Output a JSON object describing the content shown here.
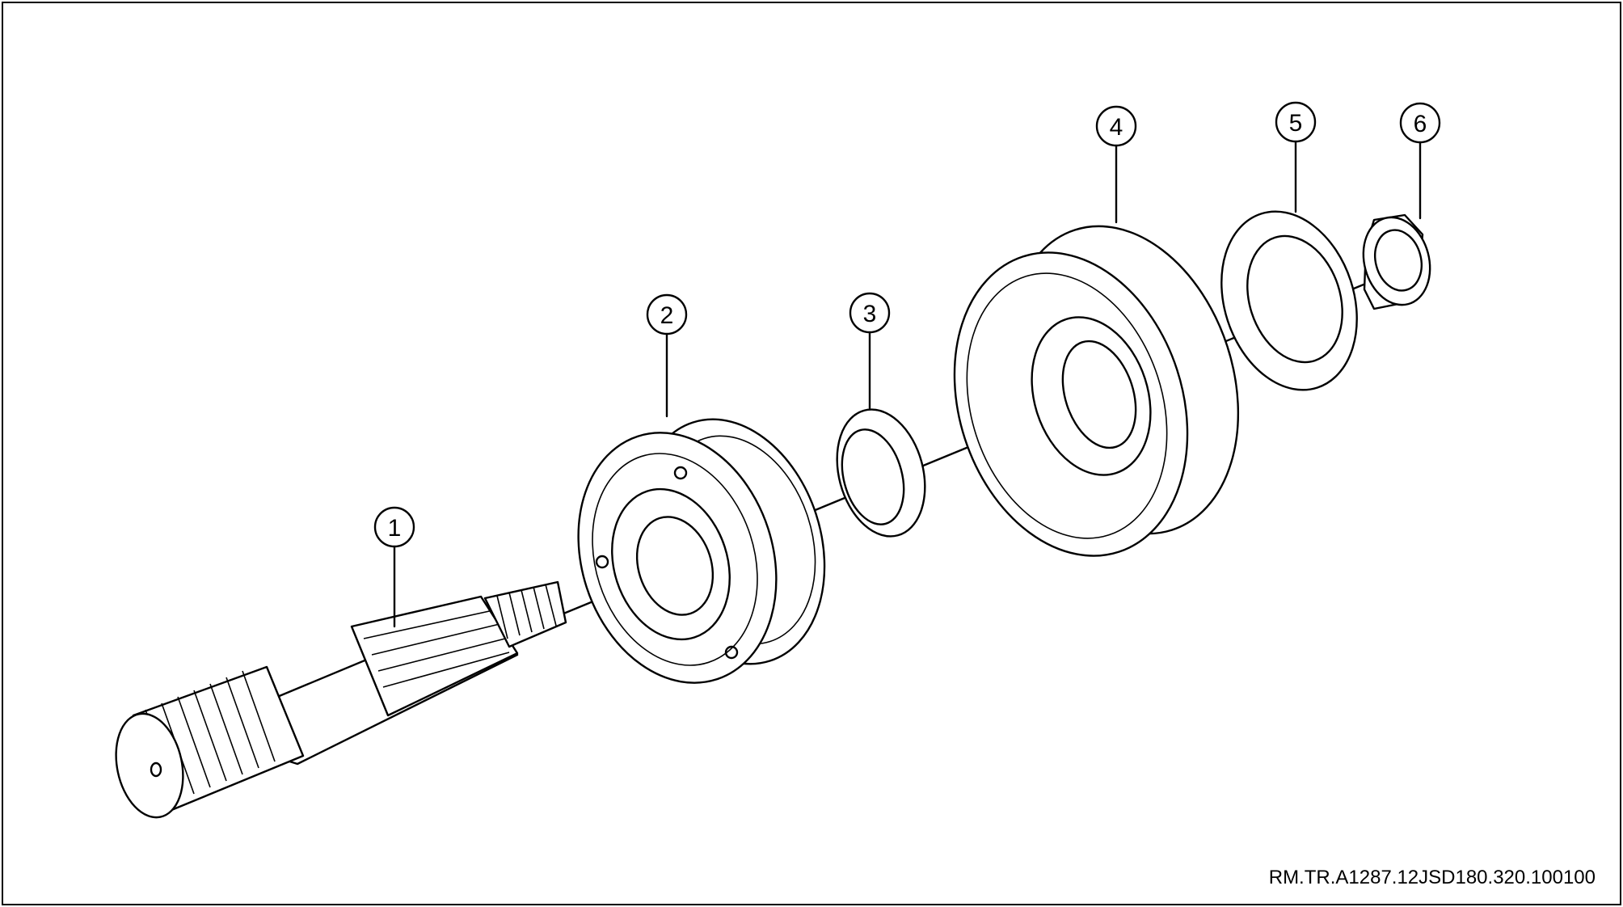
{
  "figure": {
    "reference_code": "RM.TR.A1287.12JSD180.320.100100",
    "callouts": [
      {
        "id": "callout-1",
        "label": "1"
      },
      {
        "id": "callout-2",
        "label": "2"
      },
      {
        "id": "callout-3",
        "label": "3"
      },
      {
        "id": "callout-4",
        "label": "4"
      },
      {
        "id": "callout-5",
        "label": "5"
      },
      {
        "id": "callout-6",
        "label": "6"
      }
    ]
  }
}
